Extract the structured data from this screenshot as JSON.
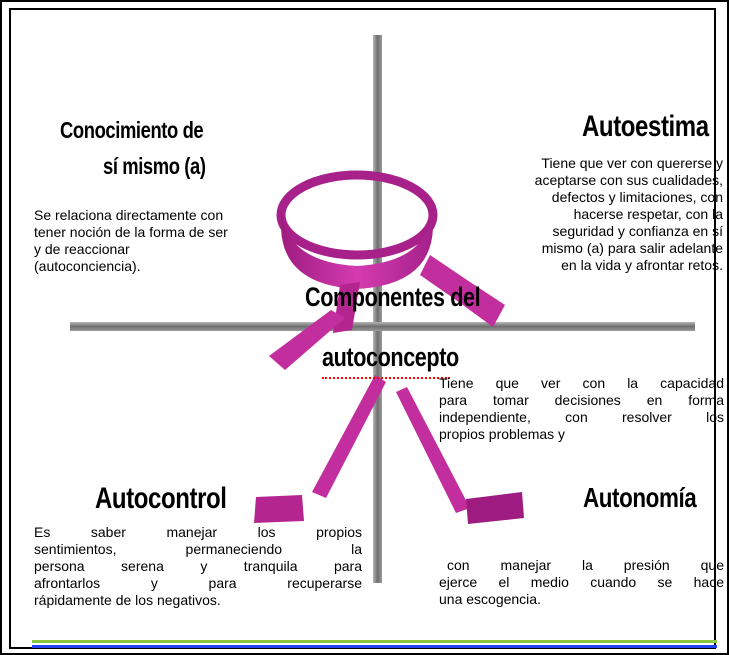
{
  "colors": {
    "accent": "#c32e9f",
    "axis": "#7f7f7f",
    "rule_green": "#8cc63f",
    "rule_blue": "#2340ff",
    "spellcheck": "#ff0000"
  },
  "center": {
    "title_line1": "Componentes del",
    "title_line2": "autoconcepto"
  },
  "quadrants": {
    "conocimiento": {
      "title_line1": "Conocimiento de",
      "title_line2": "sí mismo (a)",
      "lines": [
        "Se relaciona directamente con",
        "tener noción de la forma de ser",
        "y  de reaccionar",
        "(autoconciencia)."
      ]
    },
    "autoestima": {
      "title": "Autoestima",
      "lines": [
        "Tiene que ver con  quererse y",
        "aceptarse con sus cualidades,",
        "defectos y limitaciones, con",
        "hacerse respetar, con la",
        "seguridad y confianza en sí",
        "mismo (a) para salir adelante",
        "en la vida y afrontar retos."
      ]
    },
    "autonomia": {
      "title": "Autonomía",
      "lines_top": [
        "Tiene que ver con la capacidad",
        "para tomar decisiones en forma",
        "independiente, con resolver los",
        "propios problemas y"
      ],
      "lines_bottom": [
        "con manejar la presión que",
        "ejerce el medio cuando se hace",
        "una escogencia."
      ]
    },
    "autocontrol": {
      "title": "Autocontrol",
      "lines": [
        "Es saber manejar los propios",
        "sentimientos, permaneciendo la",
        "persona serena y tranquila para",
        "afrontarlos y para recuperarse",
        "rápidamente de los negativos."
      ]
    }
  }
}
